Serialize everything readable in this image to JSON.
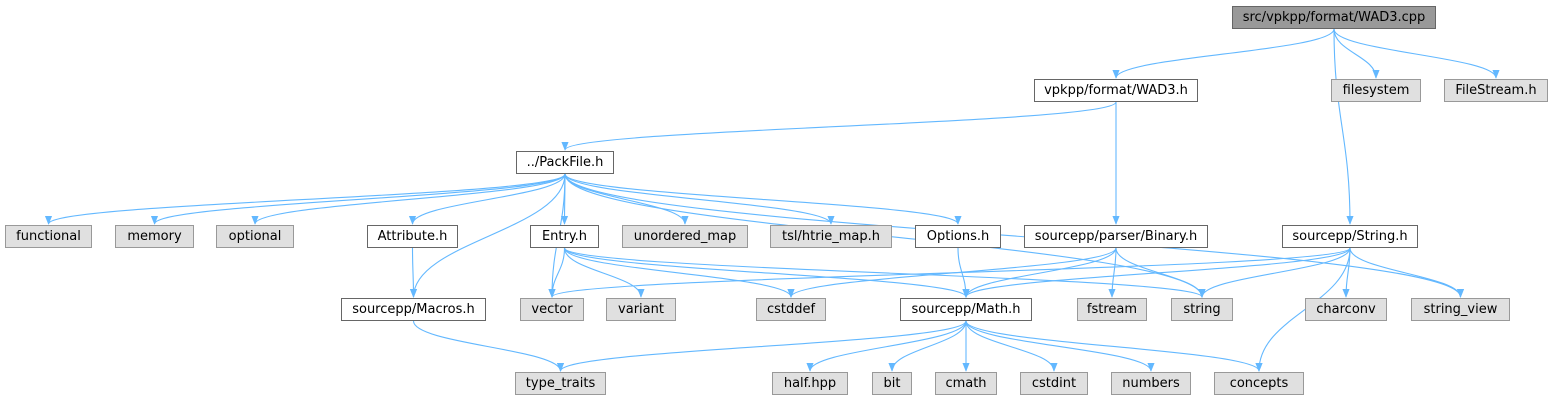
{
  "graph": {
    "title": "src/vpkpp/format/WAD3.cpp",
    "colors": {
      "edge": "#63b8ff",
      "source_fill": "#999999",
      "local_fill": "#ffffff",
      "system_fill": "#e0e0e0",
      "border": "#666666"
    },
    "nodes": {
      "wad3_cpp": "src/vpkpp/format/WAD3.cpp",
      "wad3_h": "vpkpp/format/WAD3.h",
      "filesystem": "filesystem",
      "filestream_h": "FileStream.h",
      "packfile_h": "../PackFile.h",
      "functional": "functional",
      "memory": "memory",
      "optional": "optional",
      "attribute_h": "Attribute.h",
      "entry_h": "Entry.h",
      "unordered_map": "unordered_map",
      "htrie_map_h": "tsl/htrie_map.h",
      "options_h": "Options.h",
      "binary_h": "sourcepp/parser/Binary.h",
      "string_h": "sourcepp/String.h",
      "macros_h": "sourcepp/Macros.h",
      "vector": "vector",
      "variant": "variant",
      "cstddef": "cstddef",
      "math_h": "sourcepp/Math.h",
      "fstream": "fstream",
      "string": "string",
      "charconv": "charconv",
      "string_view": "string_view",
      "type_traits": "type_traits",
      "half_hpp": "half.hpp",
      "bit": "bit",
      "cmath": "cmath",
      "cstdint": "cstdint",
      "numbers": "numbers",
      "concepts": "concepts"
    },
    "edges": [
      [
        "wad3_cpp",
        "wad3_h"
      ],
      [
        "wad3_cpp",
        "filesystem"
      ],
      [
        "wad3_cpp",
        "filestream_h"
      ],
      [
        "wad3_cpp",
        "string_h"
      ],
      [
        "wad3_h",
        "packfile_h"
      ],
      [
        "wad3_h",
        "binary_h"
      ],
      [
        "packfile_h",
        "functional"
      ],
      [
        "packfile_h",
        "memory"
      ],
      [
        "packfile_h",
        "optional"
      ],
      [
        "packfile_h",
        "macros_h"
      ],
      [
        "packfile_h",
        "attribute_h"
      ],
      [
        "packfile_h",
        "vector"
      ],
      [
        "packfile_h",
        "entry_h"
      ],
      [
        "packfile_h",
        "unordered_map"
      ],
      [
        "packfile_h",
        "htrie_map_h"
      ],
      [
        "packfile_h",
        "options_h"
      ],
      [
        "packfile_h",
        "string"
      ],
      [
        "packfile_h",
        "string_view"
      ],
      [
        "attribute_h",
        "macros_h"
      ],
      [
        "macros_h",
        "type_traits"
      ],
      [
        "entry_h",
        "vector"
      ],
      [
        "entry_h",
        "variant"
      ],
      [
        "entry_h",
        "cstddef"
      ],
      [
        "entry_h",
        "math_h"
      ],
      [
        "entry_h",
        "string"
      ],
      [
        "options_h",
        "math_h"
      ],
      [
        "binary_h",
        "cstddef"
      ],
      [
        "binary_h",
        "math_h"
      ],
      [
        "binary_h",
        "fstream"
      ],
      [
        "binary_h",
        "string"
      ],
      [
        "string_h",
        "vector"
      ],
      [
        "string_h",
        "math_h"
      ],
      [
        "string_h",
        "string"
      ],
      [
        "string_h",
        "concepts"
      ],
      [
        "string_h",
        "charconv"
      ],
      [
        "string_h",
        "string_view"
      ],
      [
        "math_h",
        "type_traits"
      ],
      [
        "math_h",
        "half_hpp"
      ],
      [
        "math_h",
        "bit"
      ],
      [
        "math_h",
        "cmath"
      ],
      [
        "math_h",
        "cstdint"
      ],
      [
        "math_h",
        "numbers"
      ],
      [
        "math_h",
        "concepts"
      ]
    ]
  }
}
